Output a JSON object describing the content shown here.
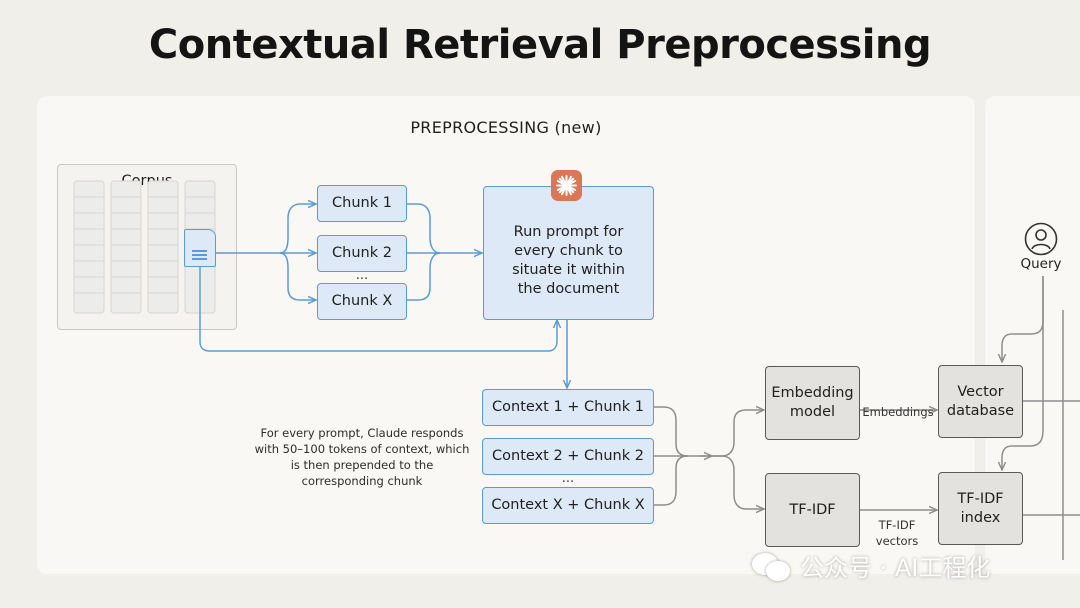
{
  "title": "Contextual Retrieval Preprocessing",
  "section_label": "PREPROCESSING (new)",
  "corpus": {
    "label": "Corpus",
    "icon": "document-icon"
  },
  "chunks": [
    "Chunk 1",
    "Chunk 2",
    "Chunk X"
  ],
  "chunks_ellipsis": "...",
  "prompt_box": {
    "text": "Run prompt for every chunk to situate it within the document",
    "icon": "claude-icon"
  },
  "contextual_chunks": [
    "Context 1 + Chunk 1",
    "Context 2 + Chunk 2",
    "Context X + Chunk X"
  ],
  "contextual_ellipsis": "...",
  "note": "For every prompt, Claude responds with 50–100 tokens of context, which is then prepended to the corresponding chunk",
  "embedding_model": "Embedding model",
  "embeddings_label": "Embeddings",
  "vector_database": "Vector database",
  "tfidf": "TF-IDF",
  "tfidf_vectors_label": "TF-IDF vectors",
  "tfidf_index": "TF-IDF index",
  "query": {
    "label": "Query",
    "icon": "user-icon"
  },
  "watermark": {
    "text": "公众号 · AI工程化",
    "icon": "wechat-icon"
  },
  "colors": {
    "accent_blue": "#5a9bd5",
    "box_blue": "#dde9f6",
    "claude_orange": "#d97757",
    "grey_box": "#e3e2de"
  }
}
